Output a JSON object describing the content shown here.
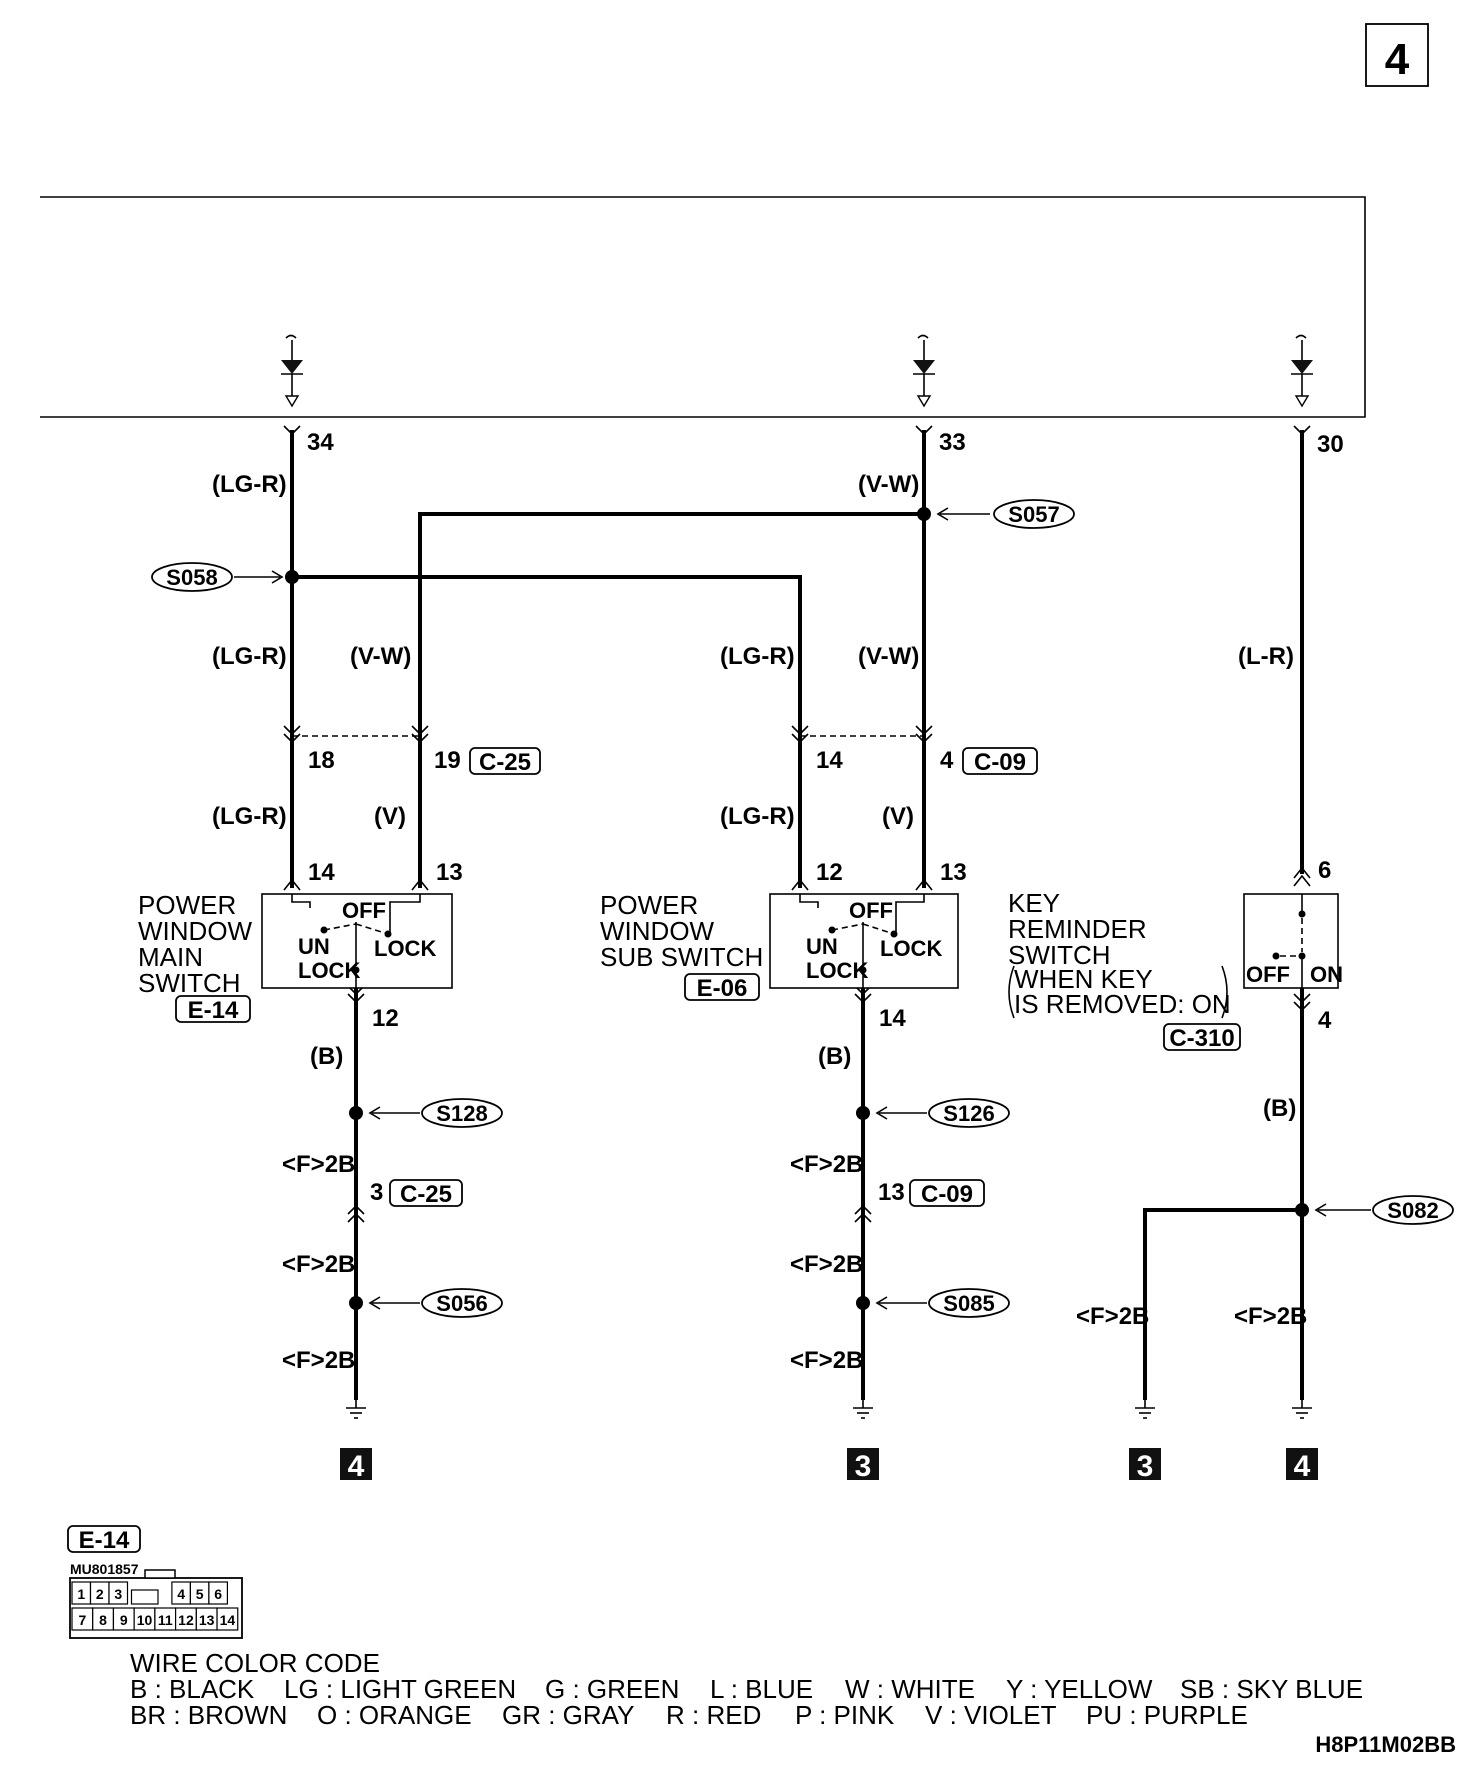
{
  "page": {
    "number": "4",
    "code": "H8P11M02BB"
  },
  "pins": {
    "p34": "34",
    "p33": "33",
    "p30": "30",
    "p18": "18",
    "p19": "19",
    "p14a": "14",
    "p4a": "4",
    "m14": "14",
    "m13": "13",
    "m12": "12",
    "s12": "12",
    "s13": "13",
    "s14": "14",
    "k6": "6",
    "k4": "4",
    "j3": "3",
    "j13": "13"
  },
  "wires": {
    "lgr": "(LG-R)",
    "vw": "(V-W)",
    "v": "(V)",
    "lr": "(L-R)",
    "b": "(B)",
    "f2b": "<F>2B"
  },
  "splices": {
    "s058": "S058",
    "s057": "S057",
    "s128": "S128",
    "s126": "S126",
    "s082": "S082",
    "s056": "S056",
    "s085": "S085"
  },
  "connectors": {
    "c25": "C-25",
    "c09": "C-09",
    "e14": "E-14",
    "e06": "E-06",
    "c310": "C-310"
  },
  "components": {
    "main_switch": [
      "POWER",
      "WINDOW",
      "MAIN",
      "SWITCH"
    ],
    "sub_switch": [
      "POWER",
      "WINDOW",
      "SUB SWITCH"
    ],
    "key_switch": [
      "KEY",
      "REMINDER",
      "SWITCH"
    ],
    "key_note": [
      "WHEN KEY",
      "IS REMOVED: ON"
    ],
    "pos_off": "OFF",
    "pos_un": "UN",
    "pos_lock_main": "LOCK",
    "pos_lock": "LOCK",
    "pos_on": "ON"
  },
  "grounds": {
    "g4": "4",
    "g3": "3"
  },
  "connector_detail": {
    "name": "E-14",
    "part": "MU801857",
    "top_row": [
      "1",
      "2",
      "3",
      "",
      "4",
      "5",
      "6"
    ],
    "bottom_row": [
      "7",
      "8",
      "9",
      "10",
      "11",
      "12",
      "13",
      "14"
    ]
  },
  "legend": {
    "title": "WIRE COLOR CODE",
    "row1": [
      "B : BLACK",
      "LG : LIGHT GREEN",
      "G : GREEN",
      "L : BLUE",
      "W : WHITE",
      "Y : YELLOW",
      "SB : SKY BLUE"
    ],
    "row2": [
      "BR : BROWN",
      "O : ORANGE",
      "GR : GRAY",
      "R : RED",
      "P : PINK",
      "V : VIOLET",
      "PU : PURPLE"
    ]
  }
}
